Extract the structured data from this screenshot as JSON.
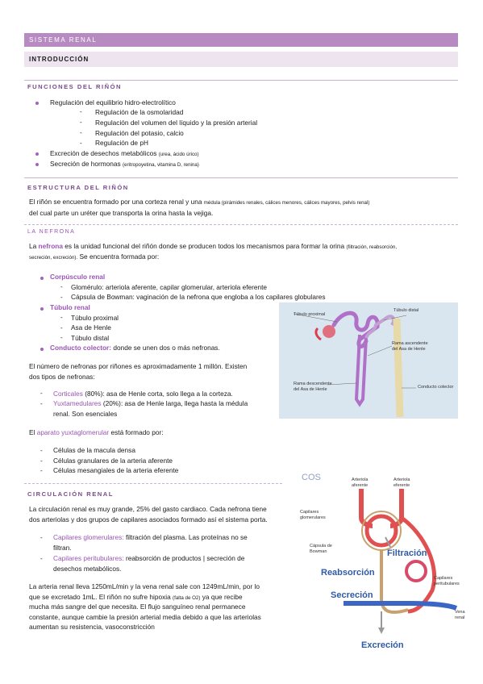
{
  "header": {
    "banner": "SISTEMA RENAL",
    "intro": "INTRODUCCIÓN"
  },
  "funciones": {
    "title": "FUNCIONES DEL RIÑÓN",
    "b1": "Regulación del equilibrio hidro-electrolítico",
    "b1_subs": [
      "Regulación de la osmolaridad",
      "Regulación del volumen del líquido y la presión arterial",
      "Regulación del potasio, calcio",
      "Regulación de pH"
    ],
    "b2": "Excreción de desechos metabólicos",
    "b2_note": "(urea, ácido úrico)",
    "b3": "Secreción de hormonas",
    "b3_note": "(eritropoyetina, vitamina D, renina)"
  },
  "estructura": {
    "title": "ESTRUCTURA DEL RIÑÓN",
    "p1a": "El riñón se encuentra formado por una corteza renal y una",
    "p1_med": "médula (pirámides renales, cálices menores, cálices mayores, pelvis renal)",
    "p1b": "del cual parte un uréter que transporta la orina hasta la vejiga."
  },
  "nefrona": {
    "title": "LA NEFRONA",
    "p_la": "La",
    "p_word": "nefrona",
    "p_rest": "es la unidad funcional del riñón donde se producen todos los mecanismos para formar la orina",
    "p_note1": "(filtración, reabsorción,",
    "p_note2": "secreción, excreción).",
    "p_end": "Se encuentra formada por:",
    "corp": "Corpúsculo renal",
    "corp_subs": [
      "Glomérulo: arteriola aferente, capilar glomerular, arteriola eferente",
      "Cápsula de Bowman: vaginación de la nefrona que engloba a los capilares globulares"
    ],
    "tub": "Túbulo renal",
    "tub_subs": [
      "Túbulo proximal",
      "Asa de Henle",
      "Túbulo distal"
    ],
    "cond": "Conducto colector:",
    "cond_rest": "donde se unen dos o más nefronas.",
    "num1": "El número de nefronas por riñones es aproximadamente 1 millón. Existen",
    "num2": "dos tipos de nefronas:",
    "cort": "Corticales",
    "cort_rest": "(80%): asa de Henle corta, solo llega a la corteza.",
    "yux": "Yuxtamedulares",
    "yux_rest": "(20%): asa de Henle larga, llega hasta la médula",
    "yux_rest2": "renal. Son esenciales",
    "apar_a": "El",
    "apar": "aparato yuxtaglomerular",
    "apar_rest": "está formado por:",
    "apar_subs": [
      "Células de la macula densa",
      "Células granulares de la arteria aferente",
      "Células mesangiales de la arteria eferente"
    ],
    "fig": {
      "prox": "Túbulo proximal",
      "dist": "Túbulo distal",
      "asc": [
        "Rama ascendente",
        "del Asa de Henle"
      ],
      "desc": [
        "Rama descendente",
        "del Asa de Henle"
      ],
      "col": "Conducto colector"
    }
  },
  "circulacion": {
    "title": "CIRCULACIÓN RENAL",
    "p1": "La circulación renal es muy grande, 25% del gasto cardiaco. Cada nefrona tiene",
    "p2": "dos arteriolas y dos grupos de capilares asociados formado así el sistema porta.",
    "g": "Capilares glomerulares:",
    "g_rest": "filtración del plasma. Las proteínas no se",
    "g_rest2": "filtran.",
    "pt": "Capilares peritubulares:",
    "pt_rest": "reabsorción de productos | secreción de",
    "pt_rest2": "desechos metabólicos.",
    "l1": "La arteria renal lleva 1250mL/min y la vena renal sale con 1249mL/min, por lo",
    "l2a": "que se excretado 1mL. El riñón no sufre hipoxia",
    "l2n": "(falta de O2)",
    "l2b": "ya que recibe",
    "l3": "mucha más sangre del que necesita. El flujo sanguíneo renal permanece",
    "l4": "constante, aunque cambie la presión arterial media debido a que las arteriolas",
    "l5": "aumentan su resistencia, vasoconstricción",
    "fig": {
      "cos": "COS",
      "af": [
        "Arteriola",
        "aferente"
      ],
      "ef": [
        "Arteriola",
        "eferente"
      ],
      "cg": [
        "Capilares",
        "glomerulares"
      ],
      "cb": [
        "Cápsula de",
        "Bowman"
      ],
      "cp": [
        "Capilares",
        "peritubulares"
      ],
      "vr": [
        "Vena",
        "renal"
      ],
      "filt": "Filtración",
      "reab": "Reabsorción",
      "secr": "Secreción",
      "excr": "Excreción"
    }
  }
}
